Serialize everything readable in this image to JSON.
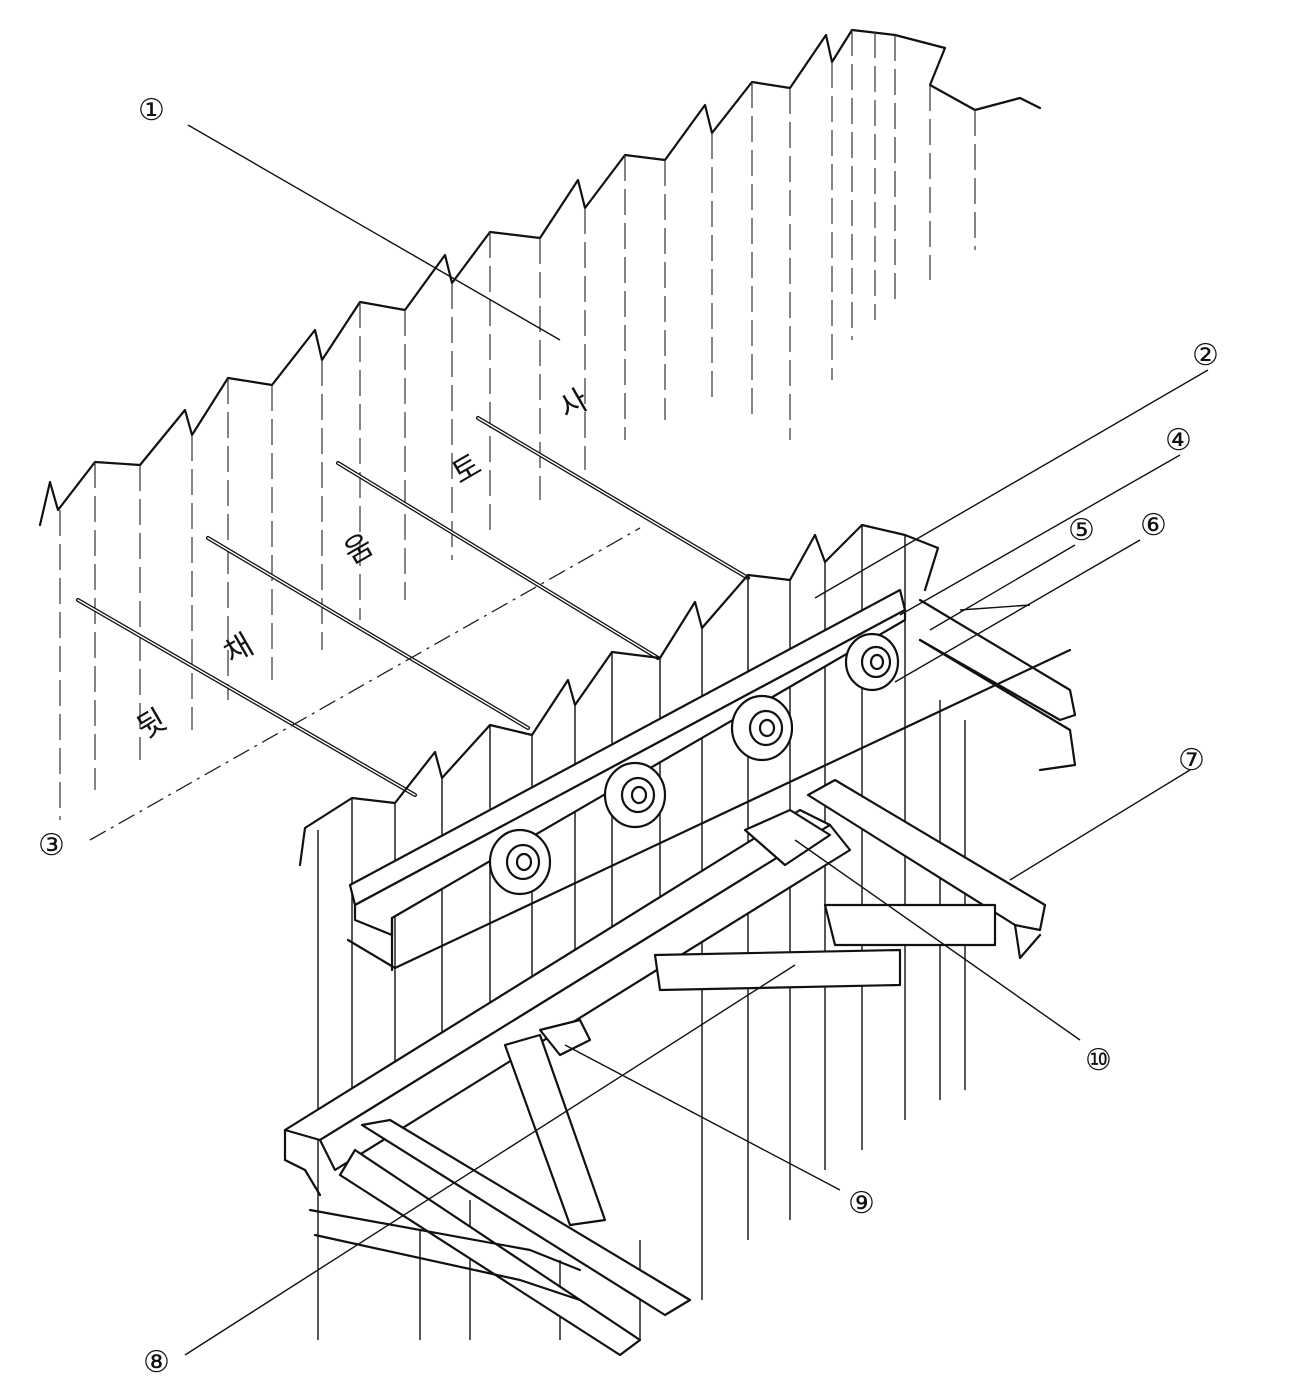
{
  "diagram": {
    "callouts": [
      {
        "id": "1",
        "label": "①"
      },
      {
        "id": "2",
        "label": "②"
      },
      {
        "id": "3",
        "label": "③"
      },
      {
        "id": "4",
        "label": "④"
      },
      {
        "id": "5",
        "label": "⑤"
      },
      {
        "id": "6",
        "label": "⑥"
      },
      {
        "id": "7",
        "label": "⑦"
      },
      {
        "id": "8",
        "label": "⑧"
      },
      {
        "id": "9",
        "label": "⑨"
      },
      {
        "id": "10",
        "label": "⑩"
      }
    ],
    "soil_text": [
      "뒷",
      "채",
      "움",
      "토",
      "사"
    ]
  }
}
